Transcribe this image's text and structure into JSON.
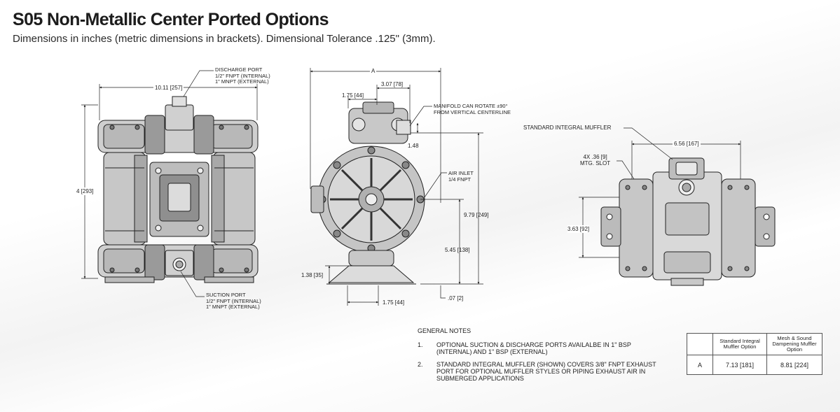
{
  "title": "S05 Non-Metallic Center Ported Options",
  "subtitle": "Dimensions in inches (metric dimensions in brackets). Dimensional Tolerance .125\" (3mm).",
  "view1": {
    "discharge_port": [
      "DISCHARGE PORT",
      "1/2\" FNPT (INTERNAL)",
      "1\" MNPT (EXTERNAL)"
    ],
    "suction_port": [
      "SUCTION PORT",
      "1/2\" FNPT (INTERNAL)",
      "1\" MNPT (EXTERNAL)"
    ],
    "width_dim": "10.11 [257]",
    "height_dim": "4 [293]"
  },
  "view2": {
    "dim_a": "A",
    "dim_307": "3.07 [78]",
    "dim_175_top": "1.75 [44]",
    "manifold_note": [
      "MANIFOLD CAN ROTATE ±90°",
      "FROM VERTICAL CENTERLINE"
    ],
    "dim_148": "1.48",
    "air_inlet": [
      "AIR INLET",
      "1/4 FNPT"
    ],
    "dim_979": "9.79 [249]",
    "dim_545": "5.45 [138]",
    "dim_138": "1.38 [35]",
    "dim_175_bottom": "1.75 [44]",
    "dim_07": ".07 [2]"
  },
  "view3": {
    "muffler_label": "STANDARD INTEGRAL MUFFLER",
    "dim_656": "6.56 [167]",
    "slot_note": [
      "4X .36 [9]",
      "MTG. SLOT"
    ],
    "dim_363": "3.63 [92]"
  },
  "general_notes": {
    "heading": "GENERAL NOTES",
    "items": [
      {
        "num": "1.",
        "lines": [
          "OPTIONAL SUCTION & DISCHARGE PORTS AVAILALBE IN 1\" BSP",
          "(INTERNAL) AND 1\" BSP (EXTERNAL)"
        ]
      },
      {
        "num": "2.",
        "lines": [
          "STANDARD INTEGRAL MUFFLER (SHOWN) COVERS 3/8\" FNPT EXHAUST",
          "PORT FOR OPTIONAL MUFFLER STYLES OR PIPING EXHAUST AIR IN",
          "SUBMERGED APPLICATIONS"
        ]
      }
    ]
  },
  "dim_table": {
    "headers": [
      "",
      "Standard Integral Muffler Option",
      "Mesh & Sound Dampening Muffler Option"
    ],
    "rows": [
      [
        "A",
        "7.13 [181]",
        "8.81 [224]"
      ]
    ]
  }
}
